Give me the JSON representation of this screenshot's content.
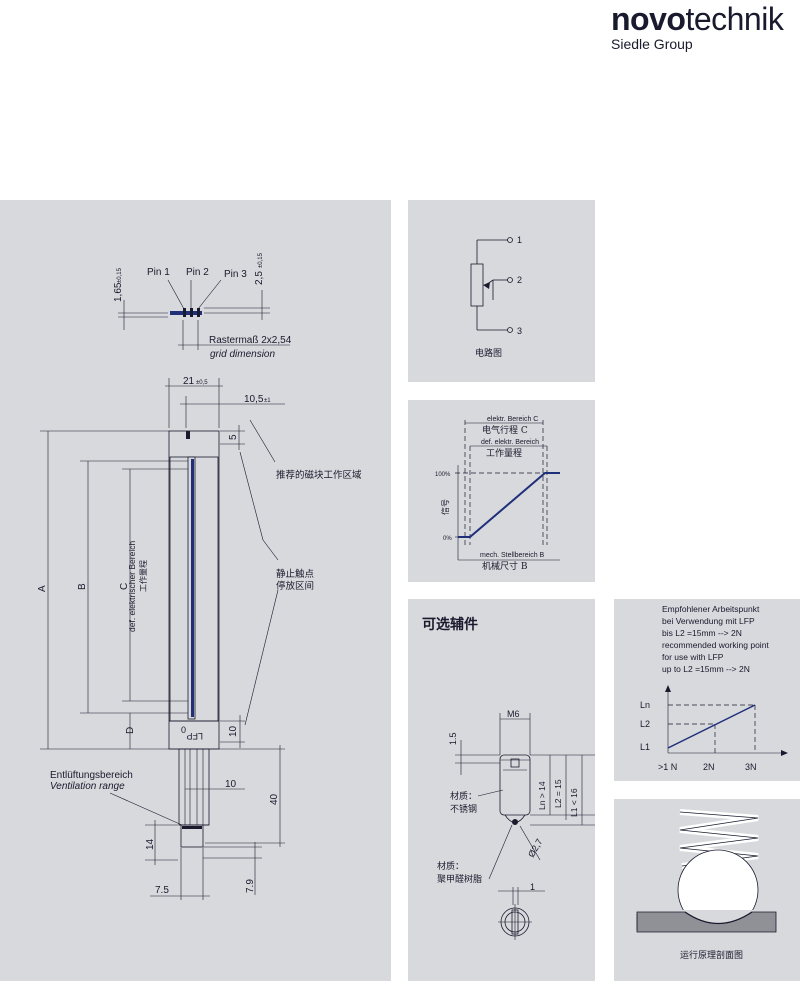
{
  "brand": {
    "name_bold": "novo",
    "name_light": "technik",
    "group": "Siedle Group"
  },
  "main_drawing": {
    "pin1": "Pin 1",
    "pin2": "Pin 2",
    "pin3": "Pin 3",
    "dim_165": "1,65",
    "tol_165": "±0,15",
    "dim_25": "2,5",
    "tol_25": "±0,15",
    "rastermass": "Rastermaß 2x2,54",
    "grid_dimension": "grid dimension",
    "dim_21": "21",
    "tol_21": "±0,5",
    "dim_105": "10,5",
    "tol_105": "±1",
    "dim_5": "5",
    "zh_magnet_zone": "推荐的磁块工作区域",
    "label_A": "A",
    "label_B": "B",
    "label_C": "C",
    "label_D": "D",
    "def_elektr": "def. elektrischer Bereich",
    "zh_work_range": "工作量程",
    "zh_rest_1": "静止触点",
    "zh_rest_2": "停放区间",
    "lfp": "LFP",
    "zero": "0",
    "dim_10_right": "10",
    "vent_de": "Entlüftungsbereich",
    "vent_en": "Ventilation range",
    "dim_10_vent": "10",
    "dim_40": "40",
    "dim_14": "14",
    "dim_75": "7.5",
    "dim_79": "7.9"
  },
  "circuit": {
    "p1": "1",
    "p2": "2",
    "p3": "3",
    "caption": "电路图"
  },
  "signal_chart": {
    "elektr_bereich": "elektr. Bereich C",
    "zh_electric": "电气行程 C",
    "def_elektr": "def. elektr. Bereich",
    "zh_work": "工作量程",
    "y100": "100%",
    "y0": "0%",
    "ylabel": "信号",
    "mech": "mech. Stellbereich B",
    "zh_mech": "机械尺寸 B"
  },
  "accessories": {
    "title": "可选辅件",
    "m6": "M6",
    "dim_15": "1.5",
    "ln": "Ln > 14",
    "l2": "L2 = 15",
    "l1": "L1 < 16",
    "dia": "Ø2,7",
    "mat1_a": "材质：",
    "mat1_b": "不锈钢",
    "mat2_a": "材质：",
    "mat2_b": "聚甲醛树脂",
    "dim_1": "1"
  },
  "working_point": {
    "line1": "Empfohlener Arbeitspunkt",
    "line2": "bei Verwendung mit LFP",
    "line3": "bis L2 =15mm --> 2N",
    "line4": "recommended working point",
    "line5": "for use with LFP",
    "line6": "up to L2 =15mm --> 2N",
    "y_ln": "Ln",
    "y_l2": "L2",
    "y_l1": "L1",
    "x1": ">1 N",
    "x2": "2N",
    "x3": "3N"
  },
  "spring": {
    "caption": "运行原理剖面图"
  },
  "colors": {
    "panel": "#d7d9dc",
    "ink": "#1a1a2e",
    "blue": "#1f2f7a"
  }
}
